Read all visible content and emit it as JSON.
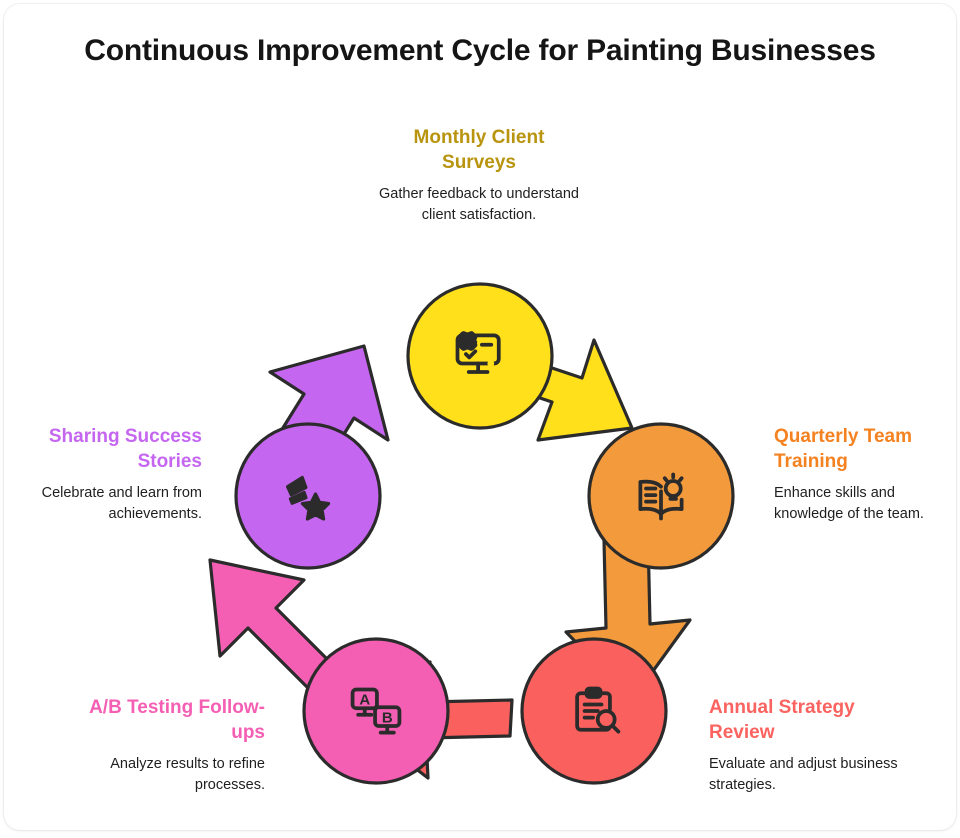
{
  "title": "Continuous Improvement Cycle for Painting Businesses",
  "theme": {
    "background": "#ffffff",
    "outline": "#2b2b2b",
    "title_color": "#151515",
    "body_text_color": "#1f1f1f"
  },
  "diagram": {
    "type": "cycle",
    "direction": "clockwise",
    "node_count": 5,
    "nodes": [
      {
        "id": "monthly-client-surveys",
        "heading": "Monthly Client Surveys",
        "description": "Gather feedback to understand client satisfaction.",
        "color": "#FFE01A",
        "heading_color": "#B8940F",
        "icon": "monitor-checklist-gear-icon",
        "position": "top"
      },
      {
        "id": "quarterly-team-training",
        "heading": "Quarterly Team Training",
        "description": "Enhance skills and knowledge of the team.",
        "color": "#F29A3C",
        "heading_color": "#F58220",
        "icon": "open-book-lightbulb-icon",
        "position": "right"
      },
      {
        "id": "annual-strategy-review",
        "heading": "Annual Strategy Review",
        "description": "Evaluate and adjust business strategies.",
        "color": "#F9605E",
        "heading_color": "#FA635F",
        "icon": "clipboard-magnifier-icon",
        "position": "bottom-right"
      },
      {
        "id": "ab-testing-follow-ups",
        "heading": "A/B Testing Follow-ups",
        "description": "Analyze results to refine processes.",
        "color": "#F45FB4",
        "heading_color": "#F45FB4",
        "icon": "ab-test-monitors-icon",
        "position": "bottom-left"
      },
      {
        "id": "sharing-success-stories",
        "heading": "Sharing Success Stories",
        "description": "Celebrate and learn from achievements.",
        "color": "#C566F0",
        "heading_color": "#C566F0",
        "icon": "megaphone-star-icon",
        "position": "left"
      }
    ],
    "arrows": [
      {
        "from": "monthly-client-surveys",
        "to": "quarterly-team-training",
        "color": "#FFE01A"
      },
      {
        "from": "quarterly-team-training",
        "to": "annual-strategy-review",
        "color": "#F29A3C"
      },
      {
        "from": "annual-strategy-review",
        "to": "ab-testing-follow-ups",
        "color": "#F9605E"
      },
      {
        "from": "ab-testing-follow-ups",
        "to": "sharing-success-stories",
        "color": "#F45FB4"
      },
      {
        "from": "sharing-success-stories",
        "to": "monthly-client-surveys",
        "color": "#C566F0"
      }
    ]
  }
}
